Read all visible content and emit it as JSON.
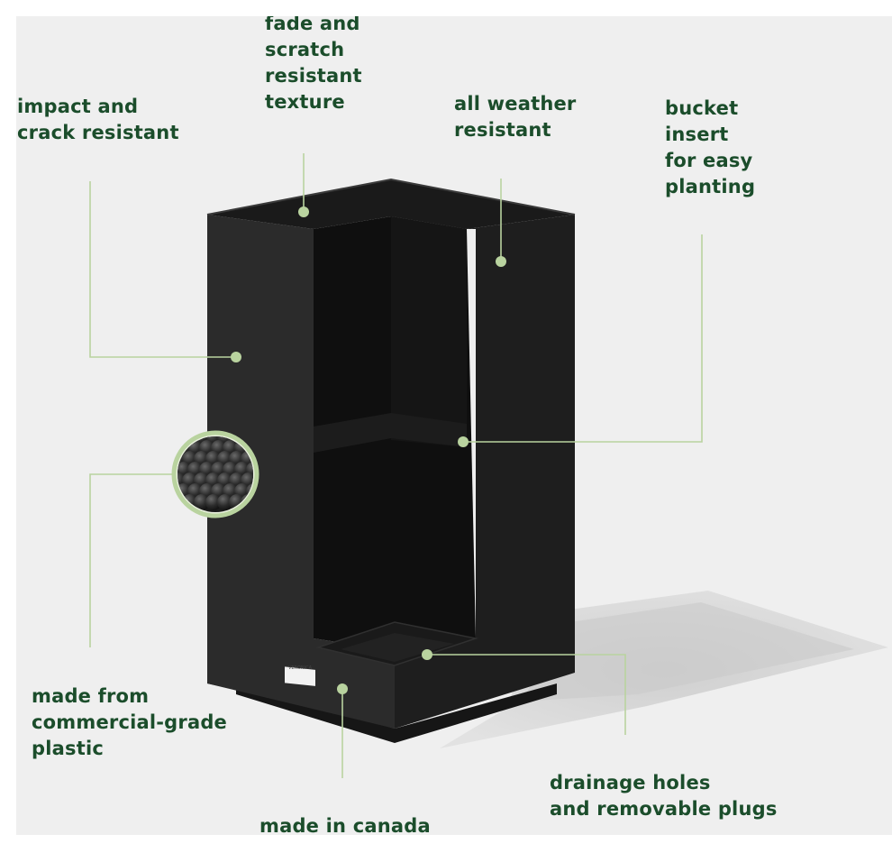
{
  "labels": {
    "fade_scratch": "fade and\nscratch\nresistant\ntexture",
    "impact_crack": "impact and\ncrack resistant",
    "all_weather": "all weather\nresistant",
    "bucket_insert": "bucket\ninsert\nfor easy\nplanting",
    "commercial_plastic": "made from\ncommercial-grade\nplastic",
    "drainage": "drainage holes\nand removable plugs",
    "made_in_canada": "made in canada"
  },
  "brand_tag": "VERONICA",
  "colors": {
    "background": "#efefef",
    "text": "#1b4d2b",
    "callout_line": "#b9d39f",
    "planter": "#232323"
  }
}
